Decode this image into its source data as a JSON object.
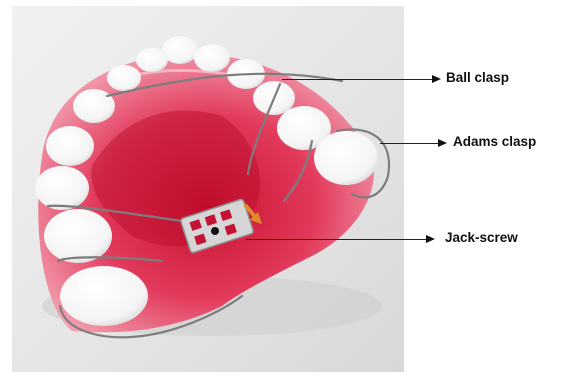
{
  "labels": {
    "ball_clasp": "Ball clasp",
    "adams_clasp": "Adams clasp",
    "jack_screw": "Jack-screw"
  },
  "colors": {
    "background": "#e6e6e6",
    "acrylic": "#d81a3f",
    "acrylic_light": "#ef8aa0",
    "teeth": "#ffffff",
    "wire": "#7d7d7d",
    "arrow": "#111111"
  },
  "icons": {
    "screw_arrow": "orange-arrow-icon"
  }
}
